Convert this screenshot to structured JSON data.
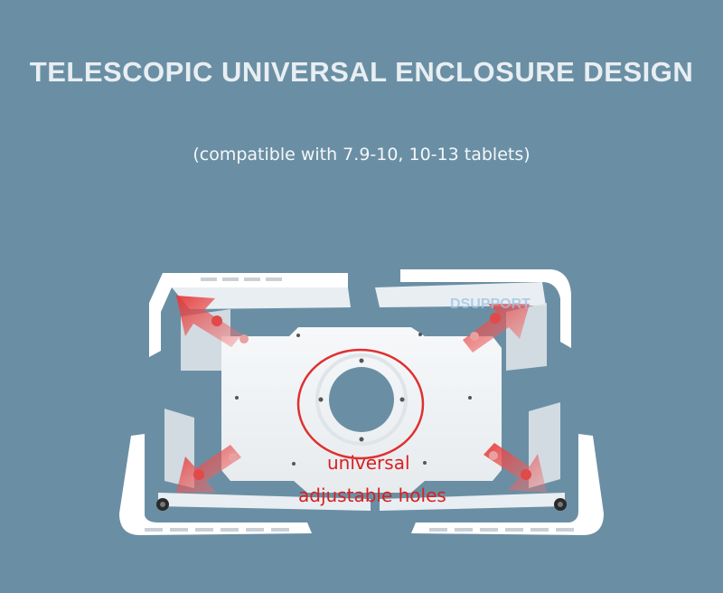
{
  "heading": "TELESCOPIC UNIVERSAL ENCLOSURE DESIGN",
  "subheading": "(compatible with 7.9-10, 10-13 tablets)",
  "callout": {
    "line1": "universal",
    "line2": "adjustable holes"
  },
  "watermark": "DSUPPORT",
  "colors": {
    "background": "#6a8fa4",
    "bracket": "#ffffff",
    "arrow": "#e23b3b",
    "callout_text": "#d82020"
  }
}
